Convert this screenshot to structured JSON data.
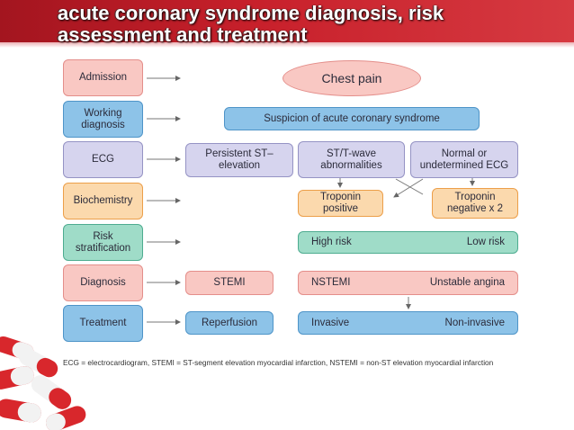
{
  "slide": {
    "title_lines": [
      "acute coronary syndrome diagnosis, risk",
      "assessment and treatment"
    ],
    "colors": {
      "banner": "#c8202b",
      "pill_red": "#d8272c",
      "pill_white": "#f2f2f2"
    }
  },
  "flow": {
    "steps": {
      "admission": "Admission",
      "working_diagnosis": "Working diagnosis",
      "ecg": "ECG",
      "biochemistry": "Biochemistry",
      "risk_stratification_1": "Risk",
      "risk_stratification_2": "stratification",
      "diagnosis": "Diagnosis",
      "treatment": "Treatment"
    },
    "chest_pain": "Chest pain",
    "suspicion": "Suspicion of acute coronary syndrome",
    "persistent_st": "Persistent ST–elevation",
    "st_t_wave_1": "ST/T-wave",
    "st_t_wave_2": "abnormalities",
    "normal_ecg_1": "Normal or",
    "normal_ecg_2": "undetermined ECG",
    "troponin_positive": "Troponin positive",
    "troponin_negative_1": "Troponin",
    "troponin_negative_2": "negative x 2",
    "high_risk": "High risk",
    "low_risk": "Low risk",
    "stemi": "STEMI",
    "nstemi": "NSTEMI",
    "unstable_angina": "Unstable angina",
    "reperfusion": "Reperfusion",
    "invasive": "Invasive",
    "non_invasive": "Non-invasive"
  },
  "footnote": "ECG = electrocardiogram, STEMI = ST-segment elevation myocardial infarction, NSTEMI = non-ST elevation myocardial infarction"
}
